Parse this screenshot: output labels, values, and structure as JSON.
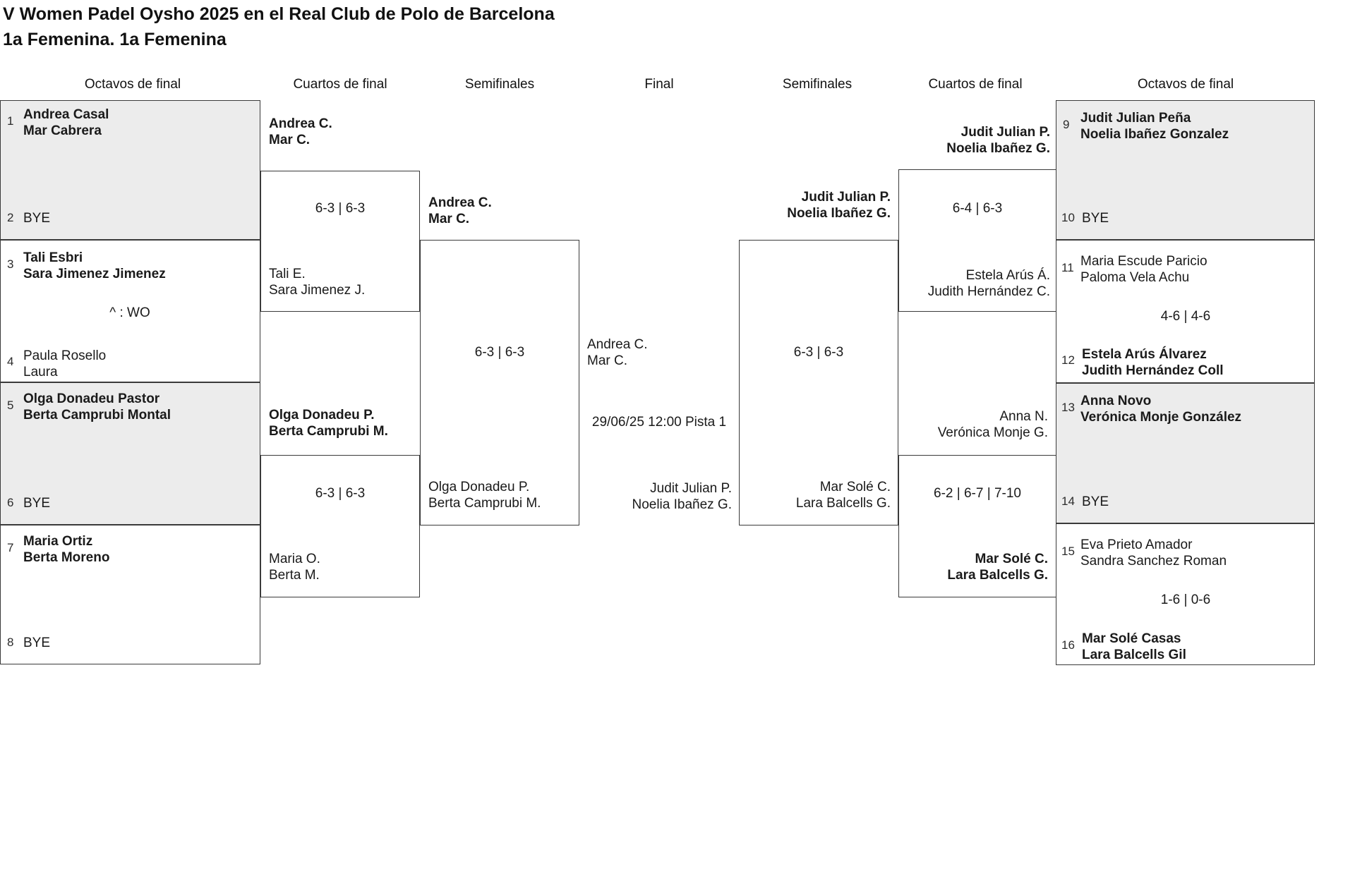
{
  "title": {
    "line1": "V Women Padel Oysho 2025 en el Real Club de Polo de Barcelona",
    "line2": "1a Femenina. 1a Femenina"
  },
  "round_headers": [
    "Octavos de final",
    "Cuartos de final",
    "Semifinales",
    "Final",
    "Semifinales",
    "Cuartos de final",
    "Octavos de final"
  ],
  "colors": {
    "box_fill": "#ececec",
    "box_border": "#3a3a3a",
    "text": "#1a1a1a"
  },
  "octavos_left": [
    {
      "seed_top": "1",
      "team_top": [
        "Andrea Casal",
        "Mar Cabrera"
      ],
      "seed_bottom": "2",
      "team_bottom": [
        "BYE"
      ]
    },
    {
      "seed_top": "3",
      "team_top": [
        "Tali Esbri",
        "Sara Jimenez Jimenez"
      ],
      "note": "^ : WO",
      "seed_bottom": "4",
      "team_bottom": [
        "Paula Rosello",
        "Laura"
      ]
    },
    {
      "seed_top": "5",
      "team_top": [
        "Olga Donadeu Pastor",
        "Berta Camprubi Montal"
      ],
      "seed_bottom": "6",
      "team_bottom": [
        "BYE"
      ]
    },
    {
      "seed_top": "7",
      "team_top": [
        "Maria Ortiz",
        "Berta Moreno"
      ],
      "seed_bottom": "8",
      "team_bottom": [
        "BYE"
      ]
    }
  ],
  "octavos_right": [
    {
      "seed_top": "9",
      "team_top": [
        "Judit Julian Peña",
        "Noelia Ibañez Gonzalez"
      ],
      "seed_bottom": "10",
      "team_bottom": [
        "BYE"
      ]
    },
    {
      "seed_top": "11",
      "team_top": [
        "Maria Escude Paricio",
        "Paloma Vela Achu"
      ],
      "note": "4-6 | 4-6",
      "seed_bottom": "12",
      "team_bottom": [
        "Estela Arús Álvarez",
        "Judith Hernández Coll"
      ]
    },
    {
      "seed_top": "13",
      "team_top": [
        "Anna Novo",
        "Verónica Monje González"
      ],
      "seed_bottom": "14",
      "team_bottom": [
        "BYE"
      ]
    },
    {
      "seed_top": "15",
      "team_top": [
        "Eva Prieto Amador",
        "Sandra Sanchez Roman"
      ],
      "note": "1-6 | 0-6",
      "seed_bottom": "16",
      "team_bottom": [
        "Mar Solé Casas",
        "Lara Balcells Gil"
      ]
    }
  ],
  "cuartos_left": [
    {
      "team_top": [
        "Andrea C.",
        "Mar C."
      ],
      "score": "6-3 | 6-3",
      "team_bottom": [
        "Tali E.",
        "Sara Jimenez J."
      ]
    },
    {
      "team_top": [
        "Olga Donadeu P.",
        "Berta Camprubi M."
      ],
      "score": "6-3 | 6-3",
      "team_bottom": [
        "Maria O.",
        "Berta M."
      ]
    }
  ],
  "cuartos_right": [
    {
      "team_top": [
        "Judit Julian P.",
        "Noelia Ibañez G."
      ],
      "score": "6-4 | 6-3",
      "team_bottom": [
        "Estela Arús Á.",
        "Judith Hernández C."
      ]
    },
    {
      "team_top": [
        "Anna N.",
        "Verónica Monje G."
      ],
      "score": "6-2 | 6-7 | 7-10",
      "team_bottom": [
        "Mar Solé C.",
        "Lara Balcells G."
      ]
    }
  ],
  "semifinal_left": {
    "team_top": [
      "Andrea C.",
      "Mar C."
    ],
    "score": "6-3 | 6-3",
    "team_bottom": [
      "Olga Donadeu P.",
      "Berta Camprubi M."
    ]
  },
  "semifinal_right": {
    "team_top": [
      "Judit Julian P.",
      "Noelia Ibañez G."
    ],
    "score": "6-3 | 6-3",
    "team_bottom": [
      "Mar Solé C.",
      "Lara Balcells G."
    ]
  },
  "final": {
    "team_left": [
      "Andrea C.",
      "Mar C."
    ],
    "schedule": "29/06/25 12:00 Pista 1",
    "team_right": [
      "Judit Julian P.",
      "Noelia Ibañez G."
    ]
  }
}
